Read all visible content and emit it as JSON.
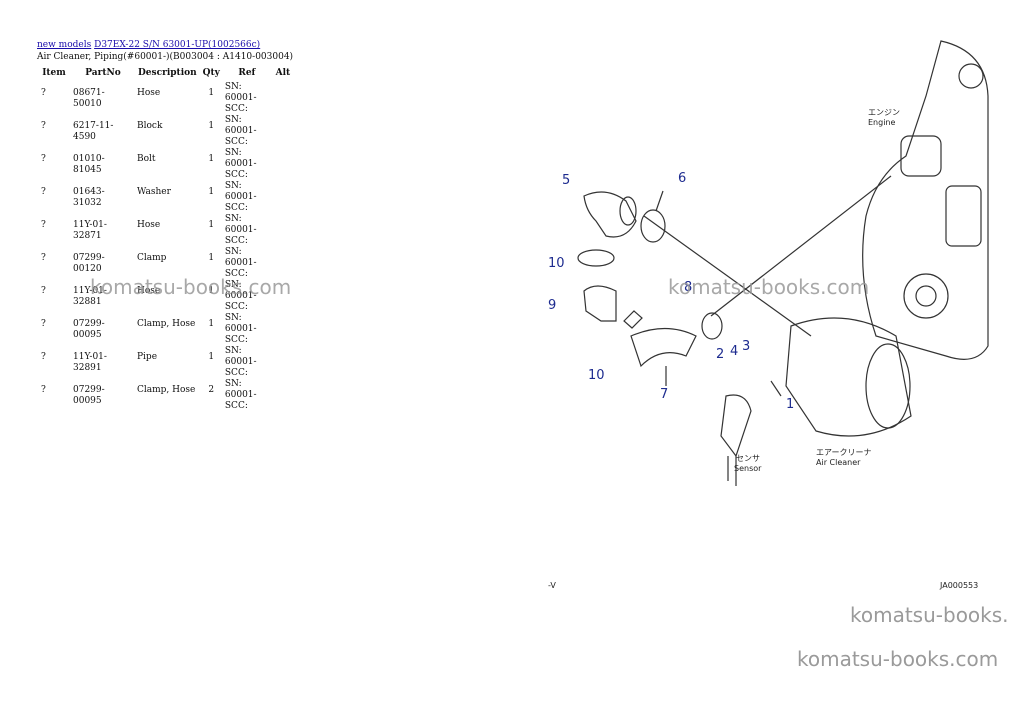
{
  "breadcrumb": {
    "link1": "new models",
    "link2": "D37EX-22 S/N 63001-UP(1002566c)"
  },
  "page_title": "Air Cleaner, Piping(#60001-)(B003004 : A1410-003004)",
  "table": {
    "headers": {
      "item": "Item",
      "partno": "PartNo",
      "description": "Description",
      "qty": "Qty",
      "ref": "Ref",
      "alt": "Alt"
    },
    "rows": [
      {
        "item": "?",
        "partno": "08671-50010",
        "description": "Hose",
        "qty": "1",
        "ref": "SN: 60001-SCC:"
      },
      {
        "item": "?",
        "partno": "6217-11-4590",
        "description": "Block",
        "qty": "1",
        "ref": "SN: 60001-SCC:"
      },
      {
        "item": "?",
        "partno": "01010-81045",
        "description": "Bolt",
        "qty": "1",
        "ref": "SN: 60001-SCC:"
      },
      {
        "item": "?",
        "partno": "01643-31032",
        "description": "Washer",
        "qty": "1",
        "ref": "SN: 60001-SCC:"
      },
      {
        "item": "?",
        "partno": "11Y-01-32871",
        "description": "Hose",
        "qty": "1",
        "ref": "SN: 60001-SCC:"
      },
      {
        "item": "?",
        "partno": "07299-00120",
        "description": "Clamp",
        "qty": "1",
        "ref": "SN: 60001-SCC:"
      },
      {
        "item": "?",
        "partno": "11Y-01-32881",
        "description": "Hose",
        "qty": "1",
        "ref": "SN: 60001-SCC:"
      },
      {
        "item": "?",
        "partno": "07299-00095",
        "description": "Clamp, Hose",
        "qty": "1",
        "ref": "SN: 60001-SCC:"
      },
      {
        "item": "?",
        "partno": "11Y-01-32891",
        "description": "Pipe",
        "qty": "1",
        "ref": "SN: 60001-SCC:"
      },
      {
        "item": "?",
        "partno": "07299-00095",
        "description": "Clamp, Hose",
        "qty": "2",
        "ref": "SN: 60001-SCC:"
      }
    ]
  },
  "watermarks": {
    "w1": "komatsu-books.com",
    "w2": "komatsu-books.com",
    "w3": "komatsu-books.",
    "w4": "komatsu-books.com"
  },
  "diagram": {
    "callouts": [
      "1",
      "2",
      "3",
      "4",
      "5",
      "6",
      "7",
      "8",
      "9",
      "10",
      "10"
    ],
    "engine_jp": "エンジン",
    "engine_en": "Engine",
    "air_cleaner_jp": "エアークリーナ",
    "air_cleaner_en": "Air Cleaner",
    "sensor_jp": "センサ",
    "sensor_en": "Sensor",
    "figure_code": "JA000553",
    "corner_mark": "-V"
  }
}
